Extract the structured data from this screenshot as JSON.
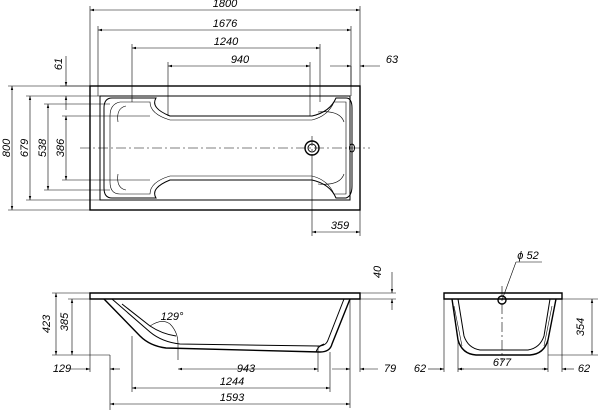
{
  "top_view": {
    "dims": {
      "overall_length": "1800",
      "rim_inner_length": "1676",
      "bottom_length": "1240",
      "flat_bottom_length": "940",
      "rim_right": "63",
      "rim_top": "61",
      "overall_width": "800",
      "inner_width": "679",
      "bottom_width": "538",
      "flat_bottom_width": "386",
      "drain_offset": "359"
    }
  },
  "side_view": {
    "dims": {
      "rim_thickness": "40",
      "total_height": "423",
      "inner_depth": "385",
      "backrest_angle": "129°",
      "left_offset": "129",
      "flat_length": "943",
      "right_offset": "79",
      "bottom_length": "1244",
      "inner_length": "1593"
    }
  },
  "end_view": {
    "dims": {
      "drain_diameter": "ϕ 52",
      "depth": "354",
      "left_rim": "62",
      "bottom_width": "677",
      "right_rim": "62"
    }
  }
}
